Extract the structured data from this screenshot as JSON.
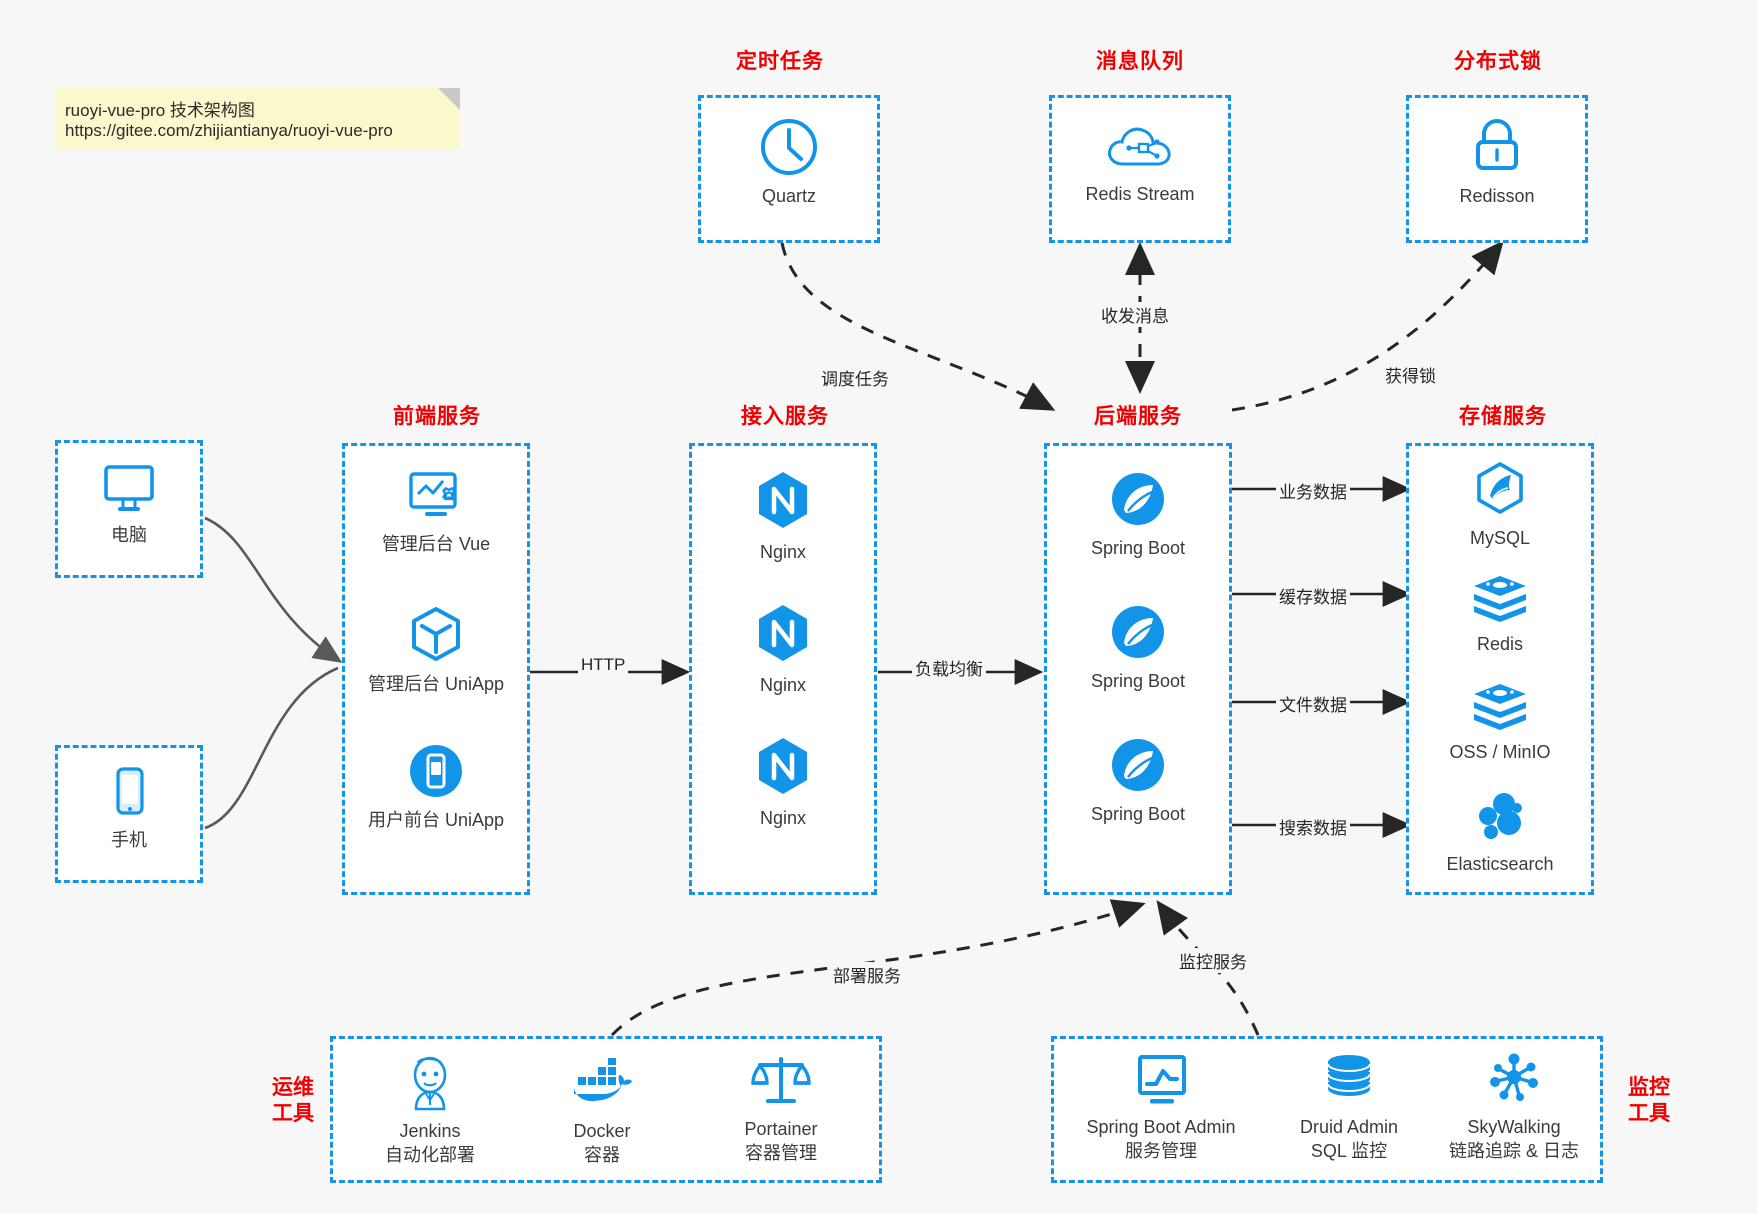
{
  "note": {
    "line1": "ruoyi-vue-pro 技术架构图",
    "line2": "https://gitee.com/zhijiantianya/ruoyi-vue-pro"
  },
  "groups": {
    "scheduler": {
      "title": "定时任务",
      "items": [
        {
          "label": "Quartz",
          "icon": "clock-icon"
        }
      ]
    },
    "mq": {
      "title": "消息队列",
      "items": [
        {
          "label": "Redis Stream",
          "icon": "cloud-nodes-icon"
        }
      ]
    },
    "lock": {
      "title": "分布式锁",
      "items": [
        {
          "label": "Redisson",
          "icon": "padlock-icon"
        }
      ]
    },
    "clients": {
      "items": [
        {
          "label": "电脑",
          "icon": "desktop-monitor-icon"
        },
        {
          "label": "手机",
          "icon": "mobile-phone-icon"
        }
      ]
    },
    "frontend": {
      "title": "前端服务",
      "items": [
        {
          "label": "管理后台 Vue",
          "icon": "dashboard-gear-icon"
        },
        {
          "label": "管理后台 UniApp",
          "icon": "hexagon-cube-icon"
        },
        {
          "label": "用户前台 UniApp",
          "icon": "phone-circle-icon"
        }
      ]
    },
    "gateway": {
      "title": "接入服务",
      "items": [
        {
          "label": "Nginx",
          "icon": "nginx-icon"
        },
        {
          "label": "Nginx",
          "icon": "nginx-icon"
        },
        {
          "label": "Nginx",
          "icon": "nginx-icon"
        }
      ]
    },
    "backend": {
      "title": "后端服务",
      "items": [
        {
          "label": "Spring Boot",
          "icon": "spring-leaf-icon"
        },
        {
          "label": "Spring Boot",
          "icon": "spring-leaf-icon"
        },
        {
          "label": "Spring Boot",
          "icon": "spring-leaf-icon"
        }
      ]
    },
    "storage": {
      "title": "存储服务",
      "items": [
        {
          "label": "MySQL",
          "icon": "mysql-dolphin-icon"
        },
        {
          "label": "Redis",
          "icon": "redis-stack-icon"
        },
        {
          "label": "OSS / MinIO",
          "icon": "oss-stack-icon"
        },
        {
          "label": "Elasticsearch",
          "icon": "elasticsearch-icon"
        }
      ]
    },
    "devops": {
      "title_line1": "运维",
      "title_line2": "工具",
      "items": [
        {
          "label": "Jenkins",
          "sub": "自动化部署",
          "icon": "jenkins-butler-icon"
        },
        {
          "label": "Docker",
          "sub": "容器",
          "icon": "docker-whale-icon"
        },
        {
          "label": "Portainer",
          "sub": "容器管理",
          "icon": "scales-icon"
        }
      ]
    },
    "monitor": {
      "title_line1": "监控",
      "title_line2": "工具",
      "items": [
        {
          "label": "Spring Boot Admin",
          "sub": "服务管理",
          "icon": "monitor-chart-icon"
        },
        {
          "label": "Druid Admin",
          "sub": "SQL 监控",
          "icon": "database-cylinder-icon"
        },
        {
          "label": "SkyWalking",
          "sub": "链路追踪 & 日志",
          "icon": "skywalking-node-icon"
        }
      ]
    }
  },
  "edges": [
    {
      "id": "http",
      "label": "HTTP"
    },
    {
      "id": "lb",
      "label": "负载均衡"
    },
    {
      "id": "schedule",
      "label": "调度任务"
    },
    {
      "id": "mq-msg",
      "label": "收发消息"
    },
    {
      "id": "get-lock",
      "label": "获得锁"
    },
    {
      "id": "biz-data",
      "label": "业务数据"
    },
    {
      "id": "cache-data",
      "label": "缓存数据"
    },
    {
      "id": "file-data",
      "label": "文件数据"
    },
    {
      "id": "search-data",
      "label": "搜索数据"
    },
    {
      "id": "deploy",
      "label": "部署服务"
    },
    {
      "id": "monitor-svc",
      "label": "监控服务"
    }
  ],
  "colors": {
    "accent_blue": "#1295e8",
    "title_red": "#f00000",
    "note_yellow": "#fbf8cd",
    "background": "#f7f7f7",
    "arrow_gray": "#595959"
  }
}
